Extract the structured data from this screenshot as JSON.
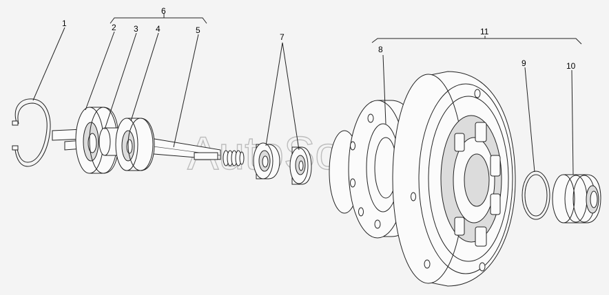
{
  "watermark": "AutoSoft",
  "callouts": {
    "c1": "1",
    "c2": "2",
    "c3": "3",
    "c4": "4",
    "c5": "5",
    "c6": "6",
    "c7": "7",
    "c8": "8",
    "c9": "9",
    "c10": "10",
    "c11": "11"
  }
}
